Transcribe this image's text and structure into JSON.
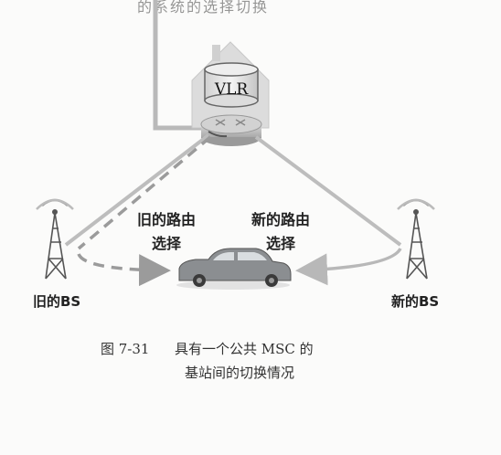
{
  "header": {
    "cut_text": "的系统的选择切换"
  },
  "vlr": {
    "label": "VLR"
  },
  "old_route": {
    "line1": "旧的路由",
    "line2": "选择"
  },
  "new_route": {
    "line1": "新的路由",
    "line2": "选择"
  },
  "old_bs": {
    "label": "旧的BS"
  },
  "new_bs": {
    "label": "新的BS"
  },
  "caption": {
    "fig_no": "图 7-31",
    "line1": "具有一个公共 MSC 的",
    "line2": "基站间的切换情况"
  },
  "colors": {
    "link": "#b9b9b9",
    "building": "#d6d6d6",
    "switch": "#c2c2c2",
    "car": "#8a8d90",
    "old_route_arrow": "#9b9b9b"
  }
}
